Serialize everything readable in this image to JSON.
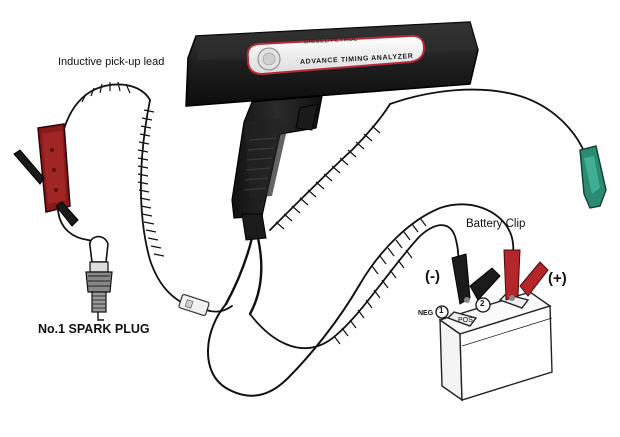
{
  "labels": {
    "pickup": "Inductive pick-up lead",
    "battery_clip": "Battery Clip",
    "spark_plug": "No.1 SPARK PLUG",
    "neg_symbol": "(-)",
    "pos_symbol": "(+)",
    "neg_text": "NEG",
    "pos_text": "POS",
    "terminal_1": "1",
    "terminal_2": "2"
  },
  "gun": {
    "brand": "DIESEL/PETROL",
    "title": "ADVANCE TIMING ANALYZER"
  },
  "colors": {
    "cable": "#111111",
    "gun_body": "#1c1c1c",
    "pickup_clip": "#8a1a1a",
    "red_clip": "#b3262a",
    "green_connector": "#2a8a72",
    "battery_outline": "#222222"
  }
}
